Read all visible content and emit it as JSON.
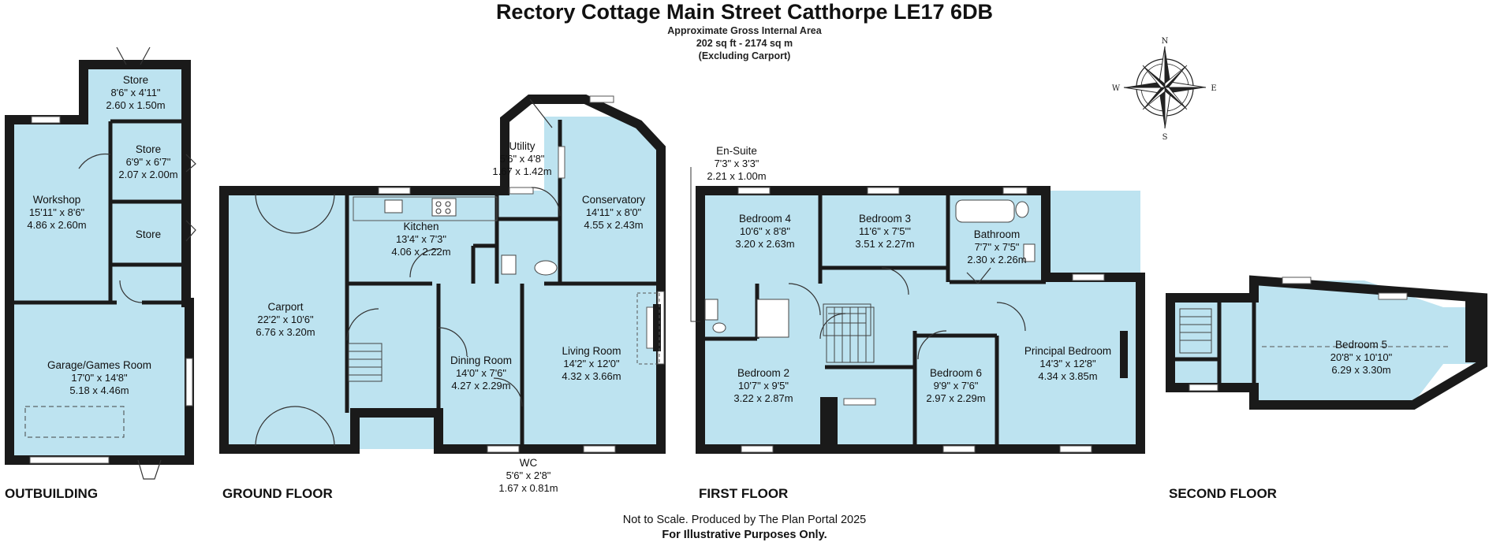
{
  "header": {
    "title": "Rectory Cottage Main Street Catthorpe LE17 6DB",
    "area_caption": "Approximate Gross Internal Area",
    "area_value": "202 sq ft - 2174 sq m",
    "area_note": "(Excluding Carport)"
  },
  "compass": {
    "n": "N",
    "s": "S",
    "e": "E",
    "w": "W"
  },
  "floors": {
    "outbuilding": "OUTBUILDING",
    "ground": "GROUND FLOOR",
    "first": "FIRST FLOOR",
    "second": "SECOND FLOOR"
  },
  "rooms": {
    "store_top": {
      "name": "Store",
      "imperial": "8'6\" x 4'11\"",
      "metric": "2.60 x 1.50m"
    },
    "store_mid": {
      "name": "Store",
      "imperial": "6'9\" x 6'7\"",
      "metric": "2.07 x 2.00m"
    },
    "store_small": {
      "name": "Store"
    },
    "workshop": {
      "name": "Workshop",
      "imperial": "15'11\" x 8'6\"",
      "metric": "4.86 x 2.60m"
    },
    "garage": {
      "name": "Garage/Games Room",
      "imperial": "17'0\" x 14'8\"",
      "metric": "5.18 x 4.46m"
    },
    "carport": {
      "name": "Carport",
      "imperial": "22'2\" x 10'6\"",
      "metric": "6.76 x 3.20m"
    },
    "utility": {
      "name": "Utility",
      "imperial": "5'6\" x 4'8\"",
      "metric": "1.67 x 1.42m"
    },
    "kitchen": {
      "name": "Kitchen",
      "imperial": "13'4\" x 7'3\"",
      "metric": "4.06 x 2.22m"
    },
    "conservatory": {
      "name": "Conservatory",
      "imperial": "14'11\" x 8'0\"",
      "metric": "4.55 x 2.43m"
    },
    "dining": {
      "name": "Dining Room",
      "imperial": "14'0\" x 7'6\"",
      "metric": "4.27 x 2.29m"
    },
    "living": {
      "name": "Living Room",
      "imperial": "14'2\" x 12'0\"",
      "metric": "4.32 x 3.66m"
    },
    "wc": {
      "name": "WC",
      "imperial": "5'6\" x 2'8\"",
      "metric": "1.67 x 0.81m"
    },
    "ensuite": {
      "name": "En-Suite",
      "imperial": "7'3\" x 3'3\"",
      "metric": "2.21 x 1.00m"
    },
    "bedroom4": {
      "name": "Bedroom 4",
      "imperial": "10'6\" x 8'8\"",
      "metric": "3.20 x 2.63m"
    },
    "bedroom3": {
      "name": "Bedroom 3",
      "imperial": "11'6\" x 7'5'''",
      "metric": "3.51 x 2.27m"
    },
    "bathroom": {
      "name": "Bathroom",
      "imperial": "7'7\" x 7'5\"",
      "metric": "2.30 x 2.26m"
    },
    "bedroom2": {
      "name": "Bedroom 2",
      "imperial": "10'7\" x 9'5\"",
      "metric": "3.22 x 2.87m"
    },
    "bedroom6": {
      "name": "Bedroom 6",
      "imperial": "9'9\" x 7'6\"",
      "metric": "2.97 x 2.29m"
    },
    "principal": {
      "name": "Principal Bedroom",
      "imperial": "14'3\" x 12'8\"",
      "metric": "4.34 x 3.85m"
    },
    "bedroom5": {
      "name": "Bedroom 5",
      "imperial": "20'8\" x 10'10\"",
      "metric": "6.29 x 3.30m"
    }
  },
  "footer": {
    "note": "Not to Scale. Produced by The Plan Portal 2025",
    "disclaimer": "For Illustrative Purposes Only."
  }
}
